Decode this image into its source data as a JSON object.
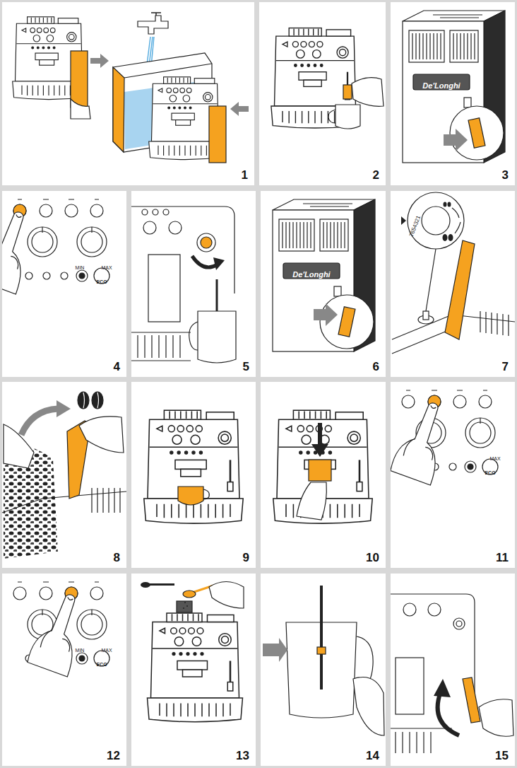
{
  "diagram": {
    "nodes": [
      {
        "text": [
          "1"
        ]
      },
      {
        "text": [
          "2"
        ]
      },
      {
        "text": [
          "3"
        ]
      },
      {
        "text": [
          "4"
        ]
      },
      {
        "text": [
          "5"
        ]
      },
      {
        "text": [
          "6"
        ]
      },
      {
        "text": [
          "7"
        ]
      },
      {
        "text": [
          "8"
        ]
      },
      {
        "text": [
          "9"
        ]
      },
      {
        "text": [
          "10"
        ]
      },
      {
        "text": [
          "11"
        ]
      },
      {
        "text": [
          "12"
        ]
      },
      {
        "text": [
          "13"
        ]
      },
      {
        "text": [
          "14"
        ]
      },
      {
        "text": [
          "15"
        ]
      }
    ],
    "labels": [
      "De'Longhi",
      "MIN",
      "MAX",
      "ECO",
      "De'Longhi",
      "7654321",
      "MAX",
      "ECO",
      "MIN",
      "MAX",
      "ECO"
    ]
  }
}
